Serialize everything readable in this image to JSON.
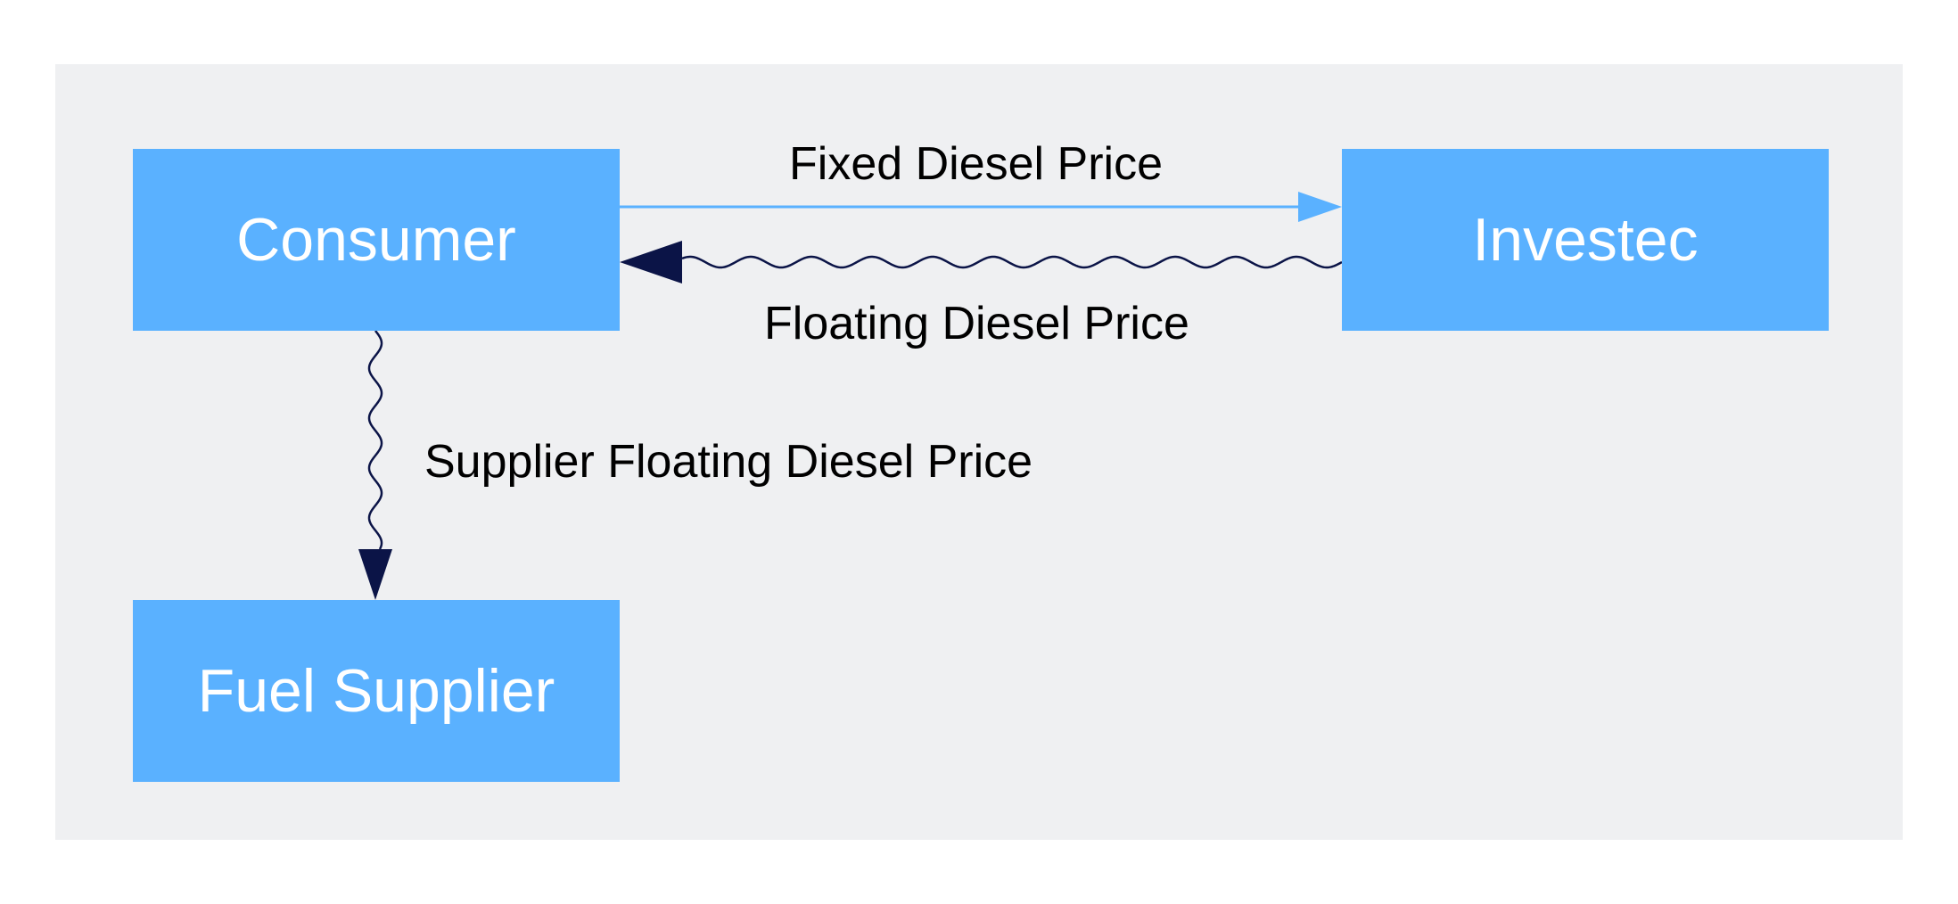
{
  "diagram": {
    "nodes": {
      "consumer": {
        "label": "Consumer"
      },
      "investec": {
        "label": "Investec"
      },
      "fuel_supplier": {
        "label": "Fuel Supplier"
      }
    },
    "edges": {
      "fixed_price": {
        "label": "Fixed Diesel Price",
        "from": "Consumer",
        "to": "Investec",
        "style": "straight"
      },
      "floating_price": {
        "label": "Floating Diesel Price",
        "from": "Investec",
        "to": "Consumer",
        "style": "wavy"
      },
      "supplier_price": {
        "label": "Supplier Floating Diesel Price",
        "from": "Consumer",
        "to": "Fuel Supplier",
        "style": "wavy"
      }
    }
  },
  "colors": {
    "panel": "#eff0f2",
    "node_fill": "#5ab1ff",
    "node_text": "#ffffff",
    "fixed_arrow": "#5ab1ff",
    "wavy_arrow": "#0b1447",
    "label_text": "#000000"
  }
}
